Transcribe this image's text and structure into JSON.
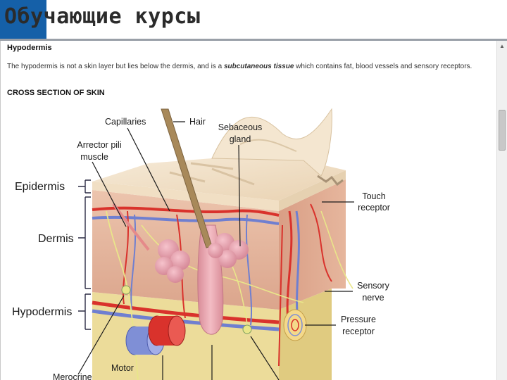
{
  "slide": {
    "title": "Обучающие курсы"
  },
  "article": {
    "heading": "Hypodermis",
    "text_before": "The hypodermis is not a skin layer but lies below the dermis, and is a ",
    "emphasis": "subcutaneous tissue",
    "text_after": " which contains fat, blood vessels and sensory receptors.",
    "section_heading": "CROSS SECTION OF SKIN"
  },
  "diagram": {
    "layer_labels": {
      "epidermis": "Epidermis",
      "dermis": "Dermis",
      "hypodermis": "Hypodermis"
    },
    "labels": {
      "capillaries": "Capillaries",
      "hair": "Hair",
      "sebaceous_line1": "Sebaceous",
      "sebaceous_line2": "gland",
      "arrector_line1": "Arrector pili",
      "arrector_line2": "muscle",
      "touch_line1": "Touch",
      "touch_line2": "receptor",
      "sensory_line1": "Sensory",
      "sensory_line2": "nerve",
      "pressure_line1": "Pressure",
      "pressure_line2": "receptor",
      "motor": "Motor",
      "merocrine": "Merocrine"
    }
  },
  "colors": {
    "header_accent": "#1560a8",
    "epidermis": "#f1dfc4",
    "dermis": "#e8b9a3",
    "hypodermis": "#ecdc9a",
    "artery": "#d9322c",
    "vein": "#6f7fd0",
    "hair": "#a8895a"
  }
}
